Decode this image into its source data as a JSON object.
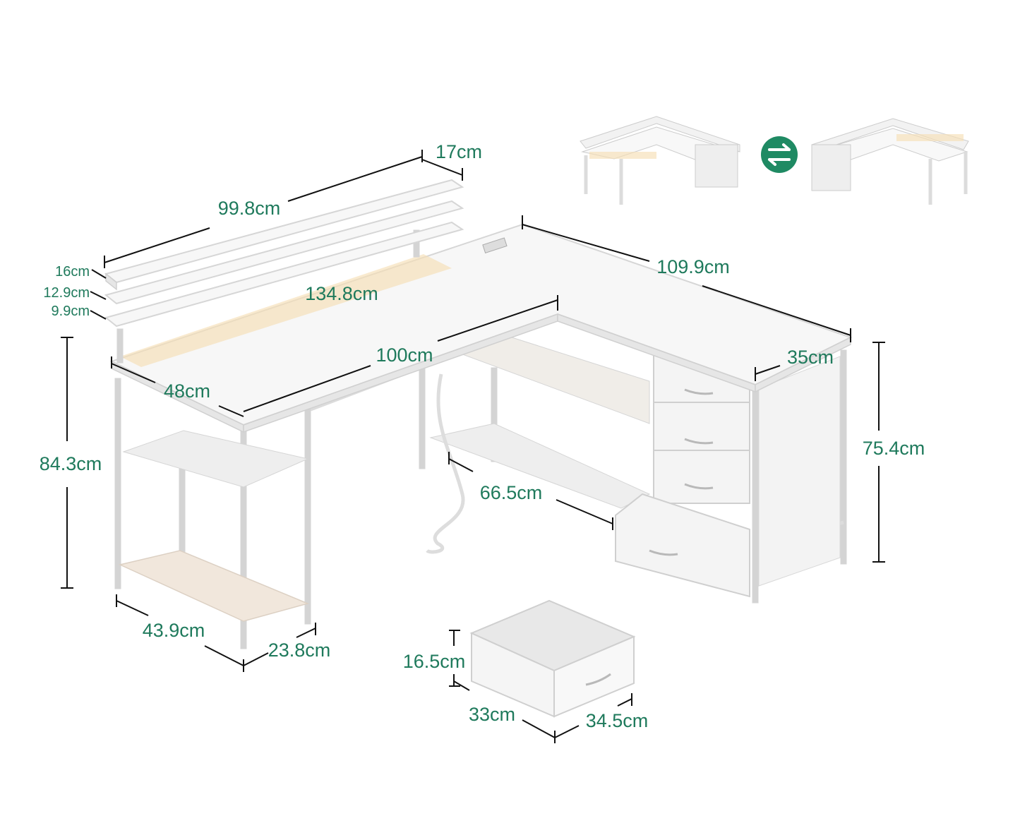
{
  "title": "L-shaped desk dimensions",
  "accent_color": "#1f7a5c",
  "icons": {
    "swap": "swap-arrows-icon"
  },
  "dimensions": {
    "hutch_depth": "17cm",
    "hutch_width": "99.8cm",
    "shelf_height_top": "16cm",
    "shelf_height_mid": "12.9cm",
    "shelf_height_low": "9.9cm",
    "desk_length_long": "134.8cm",
    "desk_length_side": "109.9cm",
    "desk_front": "100cm",
    "desk_depth": "48cm",
    "side_depth": "35cm",
    "total_height": "84.3cm",
    "desk_height": "75.4cm",
    "shelf_width": "66.5cm",
    "stand_width": "43.9cm",
    "stand_depth": "23.8cm",
    "drawer_height": "16.5cm",
    "drawer_width": "33cm",
    "drawer_depth": "34.5cm"
  }
}
